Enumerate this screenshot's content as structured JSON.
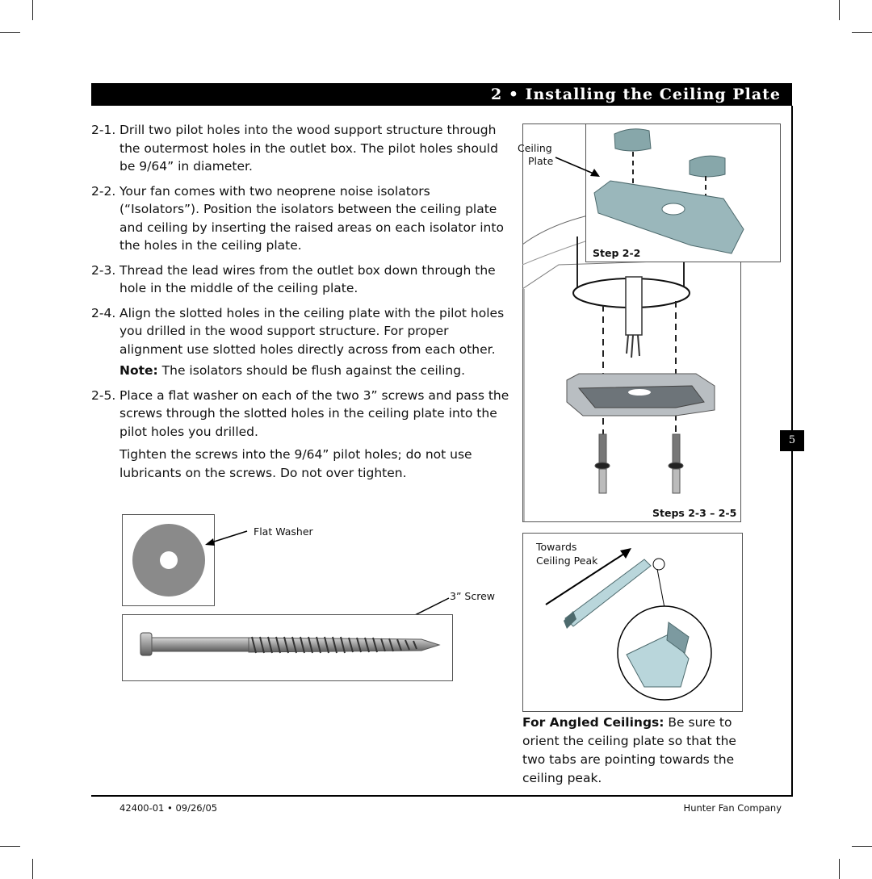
{
  "header": {
    "title": "2 • Installing the Ceiling Plate"
  },
  "steps": [
    {
      "num": "2-1.",
      "text": "Drill two pilot holes into the wood support structure through the outermost holes in the outlet box. The pilot holes should be 9/64” in diameter."
    },
    {
      "num": "2-2.",
      "text": "Your fan comes with two neoprene noise isolators (“Isolators”). Position the isolators between the ceiling plate and ceiling by inserting the raised areas on each isolator into the holes in the ceiling plate."
    },
    {
      "num": "2-3.",
      "text": "Thread the lead wires from the outlet box down through the hole in the middle of the ceiling plate."
    },
    {
      "num": "2-4.",
      "text": "Align the slotted holes in the ceiling plate with the pilot holes you drilled in the wood support structure. For proper alignment use slotted holes directly across from each other."
    },
    {
      "num": "2-5.",
      "text": "Place a flat washer on each of the two 3” screws and pass the screws through the slotted holes in the ceiling plate into the pilot holes you drilled."
    }
  ],
  "note": {
    "label": "Note:",
    "text": " The isolators should be flush against the ceiling."
  },
  "tighten_text": "Tighten the screws into the 9/64” pilot holes; do not use lubricants on the screws. Do not over tighten.",
  "figures": {
    "flat_washer": "Flat Washer",
    "screw": "3” Screw",
    "ceiling_plate_1": "Ceiling",
    "ceiling_plate_2": "Plate",
    "step_2_2": "Step 2-2",
    "steps_2_3_2_5": "Steps 2-3 – 2-5",
    "towards_1": "Towards",
    "towards_2": "Ceiling Peak"
  },
  "angled": {
    "label": "For Angled Ceilings:",
    "text": " Be sure to orient the ceiling plate so that the two tabs are pointing towards the ceiling peak."
  },
  "page_number": "5",
  "footer": {
    "left": "42400-01 • 09/26/05",
    "right": "Hunter Fan Company"
  }
}
